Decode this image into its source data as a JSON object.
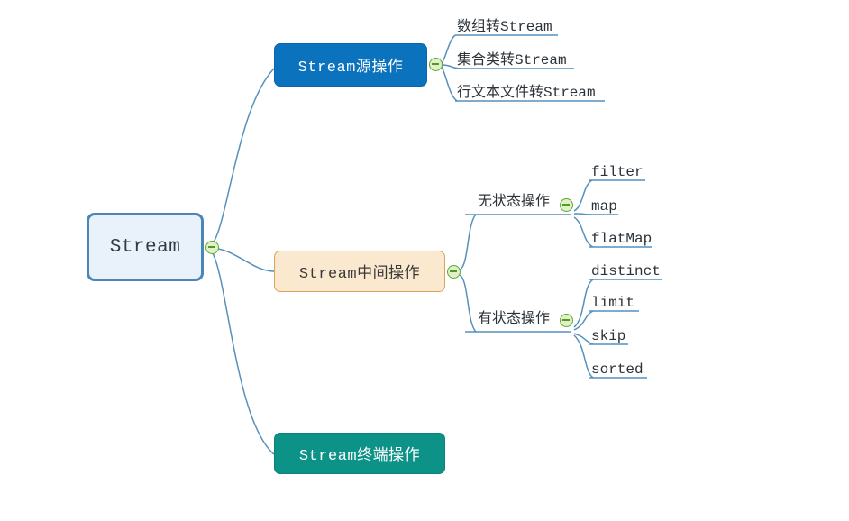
{
  "diagram": {
    "type": "mind-map",
    "title_node": "Stream",
    "colors": {
      "edge": "#5591bd",
      "root_fill": "#e9f1fa",
      "root_border": "#4a86b8",
      "source_fill": "#0b72bd",
      "middle_fill": "#fbe9cf",
      "middle_border": "#d9a55c",
      "terminal_fill": "#0d9287",
      "toggle_ring": "#5aa832",
      "toggle_fill": "#e2f0c8",
      "text_dark": "#2b3238",
      "text_light": "#ffffff"
    }
  },
  "root": {
    "label": "Stream",
    "toggle_name": "collapse-toggle-root"
  },
  "branches": [
    {
      "id": "source",
      "label": "Stream源操作",
      "style": "blue-box",
      "toggle_name": "collapse-toggle-source",
      "children": [
        {
          "label": "数组转Stream"
        },
        {
          "label": "集合类转Stream"
        },
        {
          "label": "行文本文件转Stream"
        }
      ]
    },
    {
      "id": "middle",
      "label": "Stream中间操作",
      "style": "peach-box",
      "toggle_name": "collapse-toggle-middle",
      "groups": [
        {
          "id": "stateless",
          "label": "无状态操作",
          "toggle_name": "collapse-toggle-stateless",
          "children": [
            {
              "label": "filter"
            },
            {
              "label": "map"
            },
            {
              "label": "flatMap"
            }
          ]
        },
        {
          "id": "stateful",
          "label": "有状态操作",
          "toggle_name": "collapse-toggle-stateful",
          "children": [
            {
              "label": "distinct"
            },
            {
              "label": "limit"
            },
            {
              "label": "skip"
            },
            {
              "label": "sorted"
            }
          ]
        }
      ]
    },
    {
      "id": "terminal",
      "label": "Stream终端操作",
      "style": "teal-box",
      "children": []
    }
  ]
}
